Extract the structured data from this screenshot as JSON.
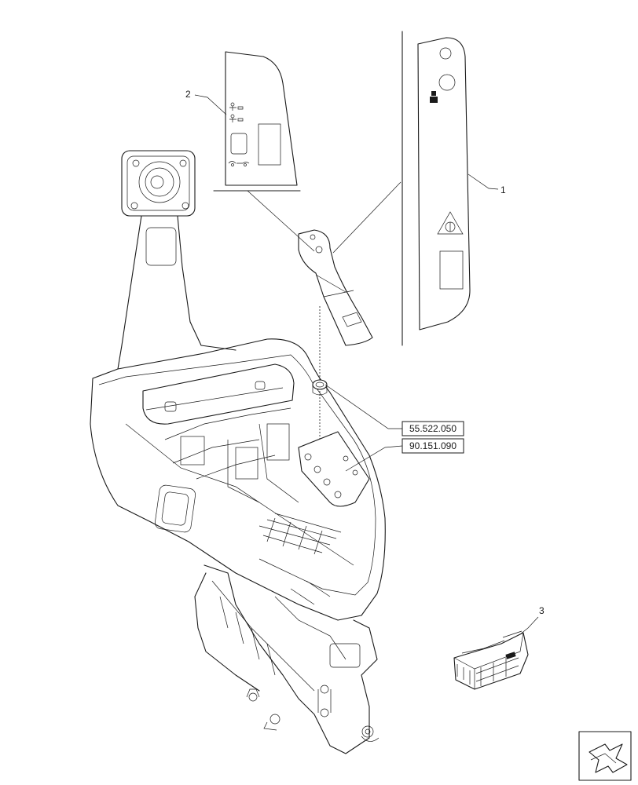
{
  "callouts": [
    {
      "id": "1",
      "label": "1"
    },
    {
      "id": "2",
      "label": "2"
    },
    {
      "id": "3",
      "label": "3"
    }
  ],
  "references": [
    {
      "id": "ref-a",
      "label": "55.522.050"
    },
    {
      "id": "ref-b",
      "label": "90.151.090"
    }
  ],
  "colors": {
    "line": "#1a1a1a",
    "background": "#ffffff"
  },
  "icons": [
    "decal-panel",
    "warning-triangle",
    "crate",
    "navigation-arrow"
  ]
}
